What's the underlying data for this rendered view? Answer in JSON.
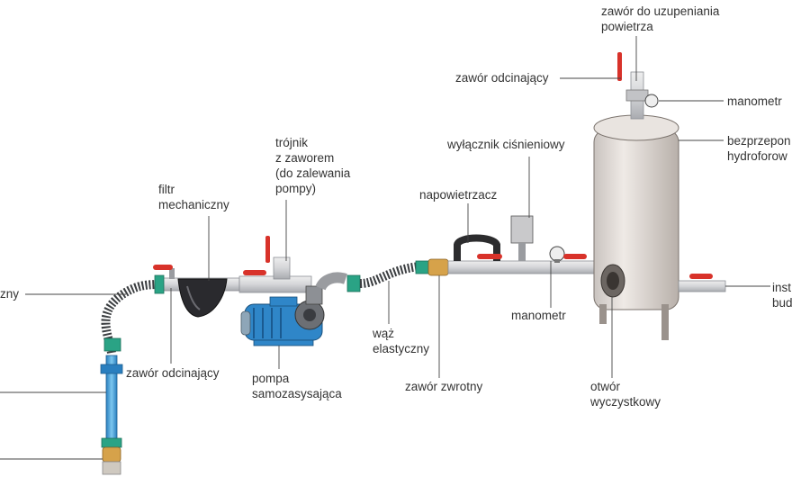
{
  "labels": {
    "air_valve": "zawór do uzupeniania\npowietrza",
    "shutoff_top": "zawór odcinający",
    "manometer_top": "manometr",
    "tank": "bezprzepon\nhydroforow",
    "pressure_switch": "wyłącznik ciśnieniowy",
    "tee": "trójnik\nz zaworem\n(do zalewania\npompy)",
    "filter": "filtr\nmechaniczny",
    "air_vent": "napowietrzacz",
    "inlet_left": "zny",
    "outlet_right": "inst\nbud",
    "manometer_mid": "manometr",
    "hose": "wąż\nelastyczny",
    "shutoff_left": "zawór odcinający",
    "pump": "pompa\nsamozasysająca",
    "check_valve": "zawór zwrotny",
    "cleanout": "otwór\nwyczystkowy"
  },
  "colors": {
    "pipe": "#d9dadc",
    "valve_handle": "#d8322a",
    "pump_body": "#2f86c8",
    "blue_pipe": "#5fb3e3",
    "filter": "#2a2a2e",
    "tank": "#ddd8d4",
    "green_fitting": "#2aa385",
    "brass": "#d6a24a"
  }
}
